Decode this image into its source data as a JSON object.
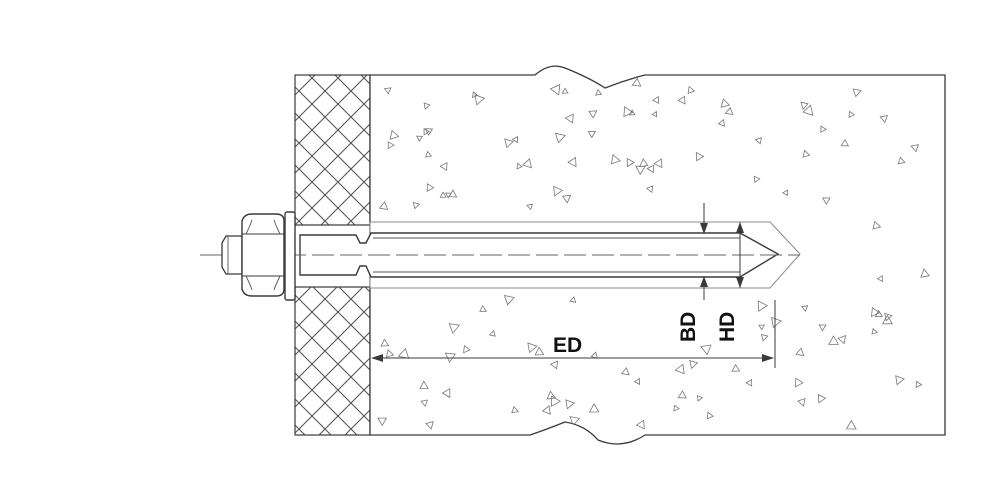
{
  "labels": {
    "embedment_depth": "ED",
    "bore_diameter": "BD",
    "hole_diameter": "HD"
  },
  "colors": {
    "line": "#3a3a3a",
    "thin_line": "#777777",
    "fill": "#ffffff"
  }
}
